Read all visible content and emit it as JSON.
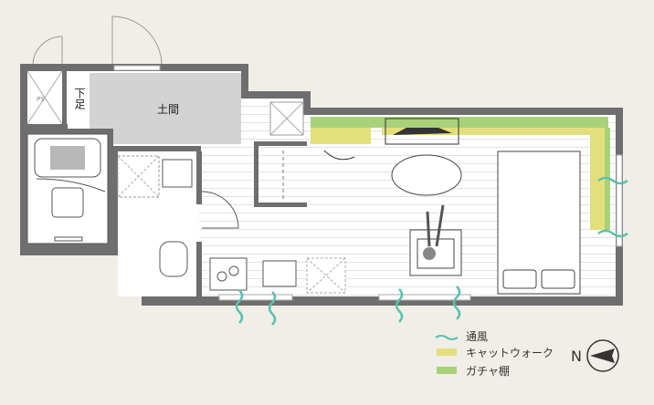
{
  "rooms": {
    "genkan": "土間",
    "shoe_storage": "下足",
    "pipe_space": "PS"
  },
  "legend": [
    {
      "label": "通風",
      "icon": "wind-icon",
      "color": "#5cc0b0"
    },
    {
      "label": "キャットウォーク",
      "color": "#e3df7c"
    },
    {
      "label": "ガチャ棚",
      "color": "#a8d27a"
    }
  ],
  "compass": {
    "label": "N",
    "icon": "north-arrow-icon"
  },
  "colors": {
    "wall": "#6e6e6e",
    "floor": "#ffffff",
    "genkan": "#d3d3d3",
    "background": "#f0eee7"
  }
}
